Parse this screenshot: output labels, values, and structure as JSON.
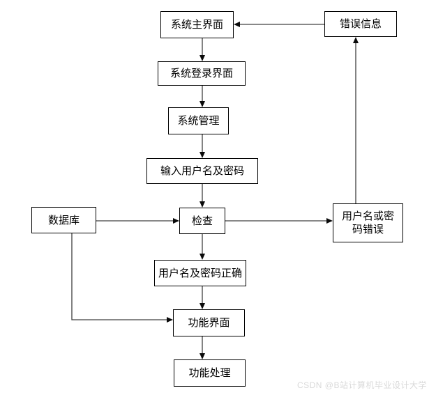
{
  "diagram": {
    "title_hint": "login-flow-chart",
    "nodes": [
      {
        "id": "main-screen",
        "label": "系统主界面"
      },
      {
        "id": "error-info",
        "label": "错误信息"
      },
      {
        "id": "login-screen",
        "label": "系统登录界面"
      },
      {
        "id": "system-management",
        "label": "系统管理"
      },
      {
        "id": "input-credentials",
        "label": "输入用户名及密码"
      },
      {
        "id": "database",
        "label": "数据库"
      },
      {
        "id": "check",
        "label": "检查"
      },
      {
        "id": "wrong-credentials",
        "label": "用户名或密码错误"
      },
      {
        "id": "correct-credentials",
        "label": "用户名及密码正确"
      },
      {
        "id": "function-screen",
        "label": "功能界面"
      },
      {
        "id": "function-process",
        "label": "功能处理"
      }
    ],
    "edges": [
      {
        "from": "系统主界面",
        "to": "系统登录界面"
      },
      {
        "from": "系统登录界面",
        "to": "系统管理"
      },
      {
        "from": "系统管理",
        "to": "输入用户名及密码"
      },
      {
        "from": "输入用户名及密码",
        "to": "检查"
      },
      {
        "from": "数据库",
        "to": "检查"
      },
      {
        "from": "检查",
        "to": "用户名或密码错误"
      },
      {
        "from": "检查",
        "to": "用户名及密码正确"
      },
      {
        "from": "用户名及密码正确",
        "to": "功能界面"
      },
      {
        "from": "数据库",
        "to": "功能界面"
      },
      {
        "from": "功能界面",
        "to": "功能处理"
      },
      {
        "from": "用户名或密码错误",
        "to": "错误信息"
      },
      {
        "from": "错误信息",
        "to": "系统主界面"
      }
    ],
    "colors": {
      "background": "#ffffff",
      "box_fill": "#ffffff",
      "box_border": "#000000",
      "line": "#404040",
      "arrowhead": "#0a0a0a",
      "watermark": "#d9d9d9"
    }
  },
  "watermark": {
    "text": "CSDN @B站计算机毕业设计大学"
  }
}
